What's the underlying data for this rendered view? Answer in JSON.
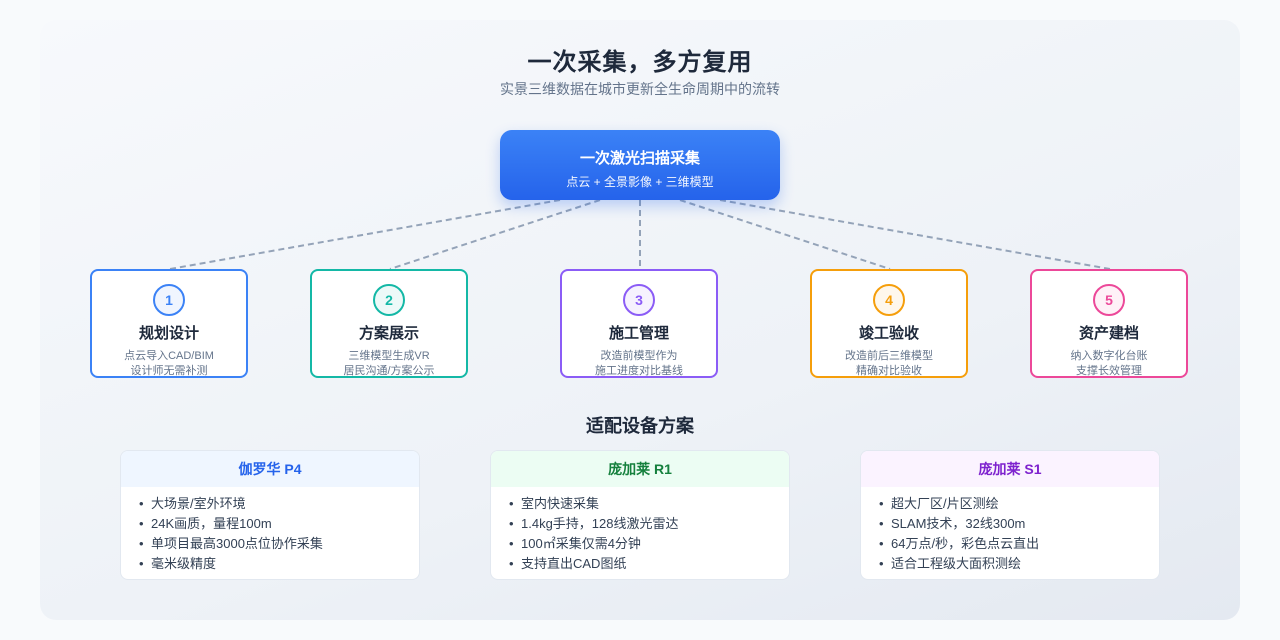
{
  "header": {
    "title": "一次采集，多方复用",
    "subtitle": "实景三维数据在城市更新全生命周期中的流转"
  },
  "source": {
    "title": "一次激光扫描采集",
    "subtitle": "点云 + 全景影像 + 三维模型"
  },
  "stages": [
    {
      "num": "1",
      "title": "规划设计",
      "desc": [
        "点云导入CAD/BIM",
        "设计师无需补测"
      ],
      "color": "#3b82f6"
    },
    {
      "num": "2",
      "title": "方案展示",
      "desc": [
        "三维模型生成VR",
        "居民沟通/方案公示"
      ],
      "color": "#14b8a6"
    },
    {
      "num": "3",
      "title": "施工管理",
      "desc": [
        "改造前模型作为",
        "施工进度对比基线"
      ],
      "color": "#8b5cf6"
    },
    {
      "num": "4",
      "title": "竣工验收",
      "desc": [
        "改造前后三维模型",
        "精确对比验收"
      ],
      "color": "#f59e0b"
    },
    {
      "num": "5",
      "title": "资产建档",
      "desc": [
        "纳入数字化台账",
        "支撑长效管理"
      ],
      "color": "#ec4899"
    }
  ],
  "devices_title": "适配设备方案",
  "devices": [
    {
      "name": "伽罗华 P4",
      "color": "#2563eb",
      "bg": "#eff6ff",
      "features": [
        "大场景/室外环境",
        "24K画质，量程100m",
        "单项目最高3000点位协作采集",
        "毫米级精度"
      ]
    },
    {
      "name": "庞加莱 R1",
      "color": "#15803d",
      "bg": "#ecfdf3",
      "features": [
        "室内快速采集",
        "1.4kg手持，128线激光雷达",
        "100㎡采集仅需4分钟",
        "支持直出CAD图纸"
      ]
    },
    {
      "name": "庞加莱 S1",
      "color": "#7e22ce",
      "bg": "#fbf3ff",
      "features": [
        "超大厂区/片区测绘",
        "SLAM技术，32线300m",
        "64万点/秒，彩色点云直出",
        "适合工程级大面积测绘"
      ]
    }
  ]
}
